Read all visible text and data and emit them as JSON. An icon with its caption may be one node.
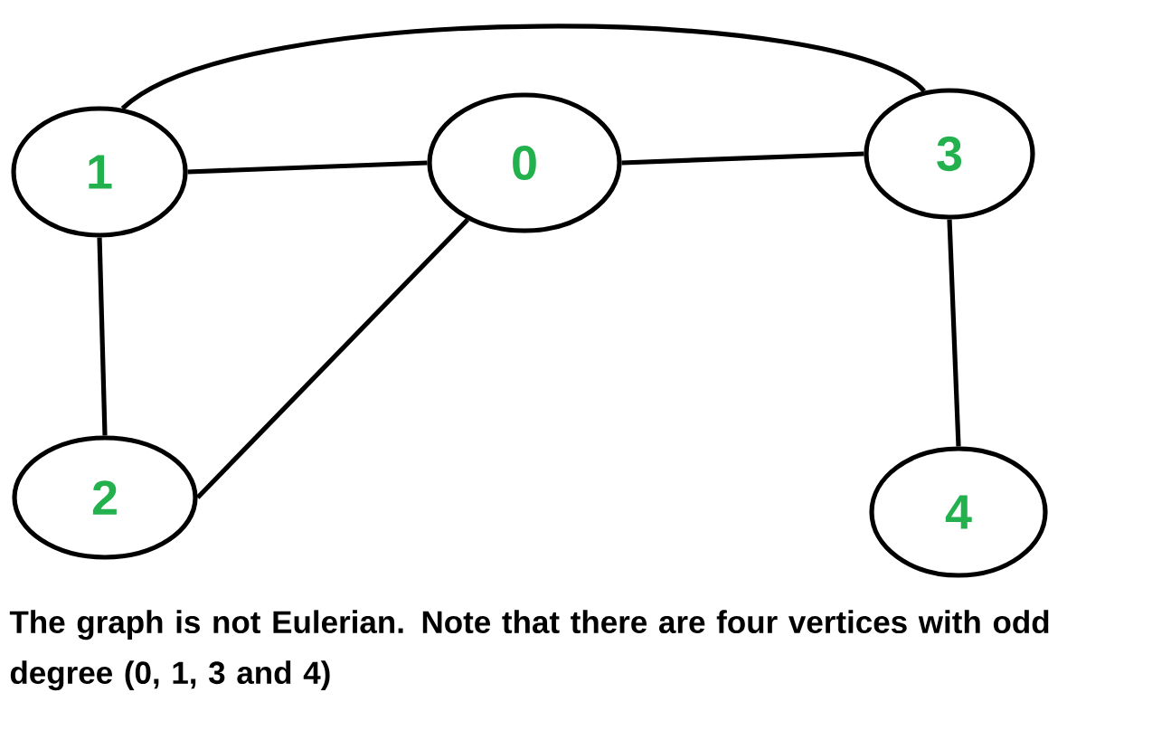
{
  "diagram": {
    "caption": "The graph is not Eulerian.  Note that there are four vertices with odd degree (0, 1, 3 and 4)",
    "nodes": [
      {
        "text": [
          "1"
        ]
      },
      {
        "text": [
          "0"
        ]
      },
      {
        "text": [
          "3"
        ]
      },
      {
        "text": [
          "2"
        ]
      },
      {
        "text": [
          "4"
        ]
      }
    ],
    "edges": [
      {
        "from": 0,
        "to": 1,
        "arrow": "none"
      },
      {
        "from": 1,
        "to": 2,
        "arrow": "none"
      },
      {
        "from": 0,
        "to": 2,
        "arrow": "none"
      },
      {
        "from": 0,
        "to": 3,
        "arrow": "none"
      },
      {
        "from": 1,
        "to": 3,
        "arrow": "none"
      },
      {
        "from": 2,
        "to": 4,
        "arrow": "none"
      }
    ]
  }
}
